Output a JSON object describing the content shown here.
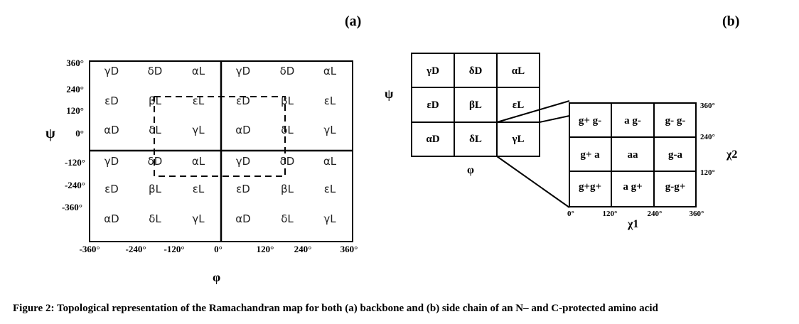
{
  "panel_a": {
    "label": "(a)",
    "grid_rows": [
      [
        "γD",
        "δD",
        "αL",
        "γD",
        "δD",
        "αL"
      ],
      [
        "εD",
        "βL",
        "εL",
        "εD",
        "βL",
        "εL"
      ],
      [
        "αD",
        "δL",
        "γL",
        "αD",
        "δL",
        "γL"
      ],
      [
        "γD",
        "δD",
        "αL",
        "γD",
        "δD",
        "αL"
      ],
      [
        "εD",
        "βL",
        "εL",
        "εD",
        "βL",
        "εL"
      ],
      [
        "αD",
        "δL",
        "γL",
        "αD",
        "δL",
        "γL"
      ]
    ],
    "y_ticks": [
      "360°",
      "240°",
      "120°",
      "0°",
      "-120°",
      "-240°",
      "-360°"
    ],
    "x_ticks": [
      "-360°",
      "-240°",
      "-120°",
      "0°",
      "120°",
      "240°",
      "360°"
    ],
    "x_axis_label": "φ",
    "y_axis_label": "ψ"
  },
  "panel_b": {
    "label": "(b)",
    "backbone_rows": [
      [
        "γD",
        "δD",
        "αL"
      ],
      [
        "εD",
        "βL",
        "εL"
      ],
      [
        "αD",
        "δL",
        "γL"
      ]
    ],
    "backbone_x_label": "φ",
    "backbone_y_label": "ψ",
    "sidechain_rows": [
      [
        "g+ g-",
        "a g-",
        "g- g-"
      ],
      [
        "g+ a",
        "aa",
        "g-a"
      ],
      [
        "g+g+",
        "a g+",
        "g-g+"
      ]
    ],
    "chi2_ticks": [
      "360°",
      "240°",
      "120°"
    ],
    "chi1_ticks": [
      "0°",
      "120°",
      "240°",
      "360°"
    ],
    "chi1_label": "χ1",
    "chi2_label": "χ2"
  },
  "caption": "Figure 2: Topological representation of the Ramachandran map for both (a) backbone and (b) side chain of an N– and C-protected amino acid"
}
